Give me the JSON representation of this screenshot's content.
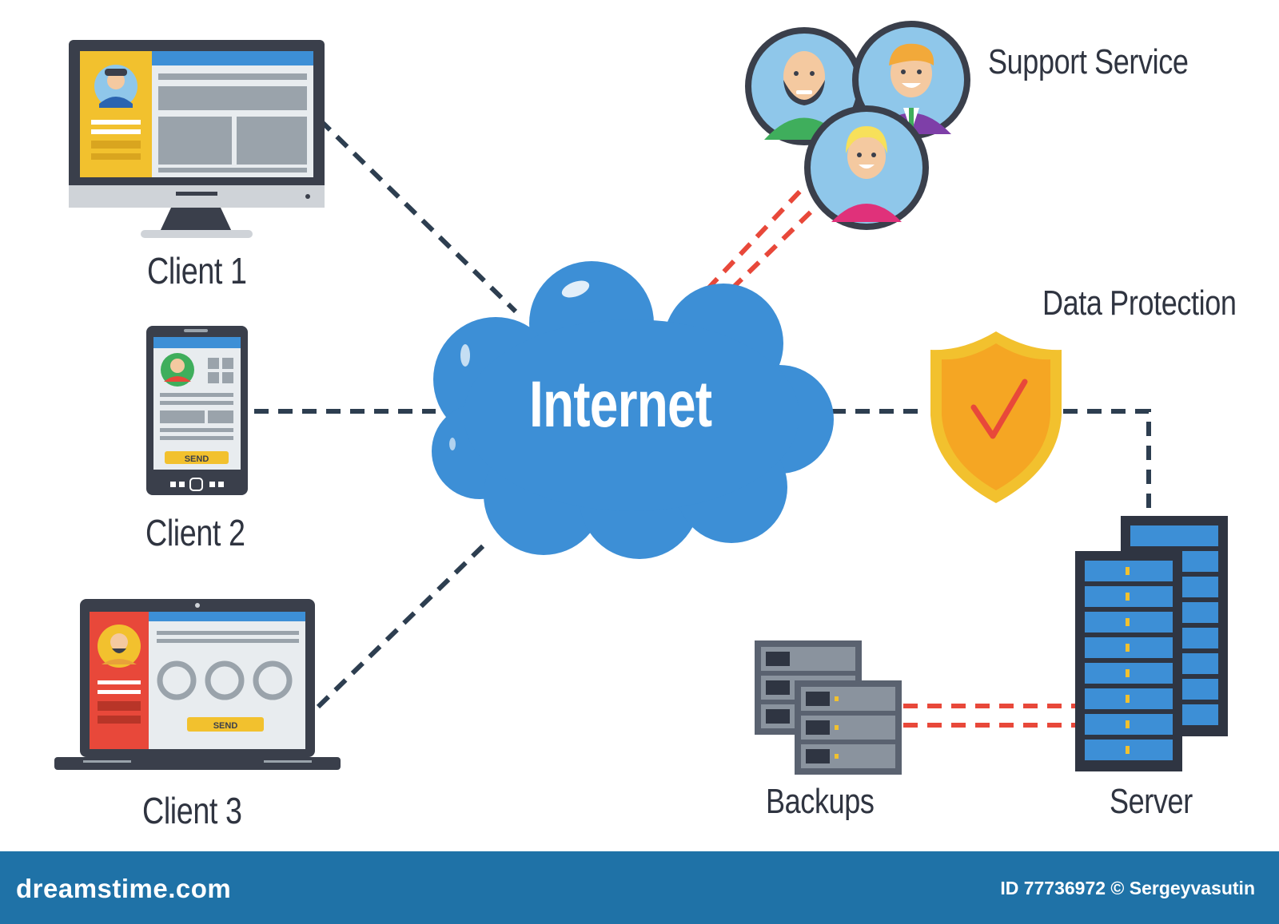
{
  "diagram": {
    "center": {
      "label": "Internet"
    },
    "nodes": [
      {
        "id": "client-1",
        "label": "Client 1",
        "device": "desktop-monitor-icon"
      },
      {
        "id": "client-2",
        "label": "Client 2",
        "device": "tablet-icon",
        "button_text": "SEND"
      },
      {
        "id": "client-3",
        "label": "Client 3",
        "device": "laptop-icon",
        "button_text": "SEND"
      },
      {
        "id": "support",
        "label": "Support Service",
        "device": "support-team-avatars-icon"
      },
      {
        "id": "protection",
        "label": "Data Protection",
        "device": "shield-check-icon"
      },
      {
        "id": "server",
        "label": "Server",
        "device": "server-rack-icon"
      },
      {
        "id": "backups",
        "label": "Backups",
        "device": "backup-storage-icon"
      }
    ],
    "connections": [
      {
        "from": "client-1",
        "to": "internet",
        "style": "dashed",
        "color": "#2d3e50"
      },
      {
        "from": "client-2",
        "to": "internet",
        "style": "dashed",
        "color": "#2d3e50"
      },
      {
        "from": "client-3",
        "to": "internet",
        "style": "dashed",
        "color": "#2d3e50"
      },
      {
        "from": "internet",
        "to": "support",
        "style": "double-dashed",
        "color": "#e8483a"
      },
      {
        "from": "internet",
        "to": "protection",
        "style": "dashed",
        "color": "#2d3e50"
      },
      {
        "from": "protection",
        "to": "server",
        "style": "dashed",
        "color": "#2d3e50"
      },
      {
        "from": "server",
        "to": "backups",
        "style": "double-dashed",
        "color": "#e8483a"
      }
    ]
  },
  "colors": {
    "cloud": "#3d8fd6",
    "dark_line": "#2d3e50",
    "red_line": "#e8483a",
    "shield": "#f5a623",
    "footer": "#1f72a7"
  },
  "footer": {
    "logo": "dreamstime.com",
    "credit": "ID 77736972 © Sergeyvasutin"
  }
}
